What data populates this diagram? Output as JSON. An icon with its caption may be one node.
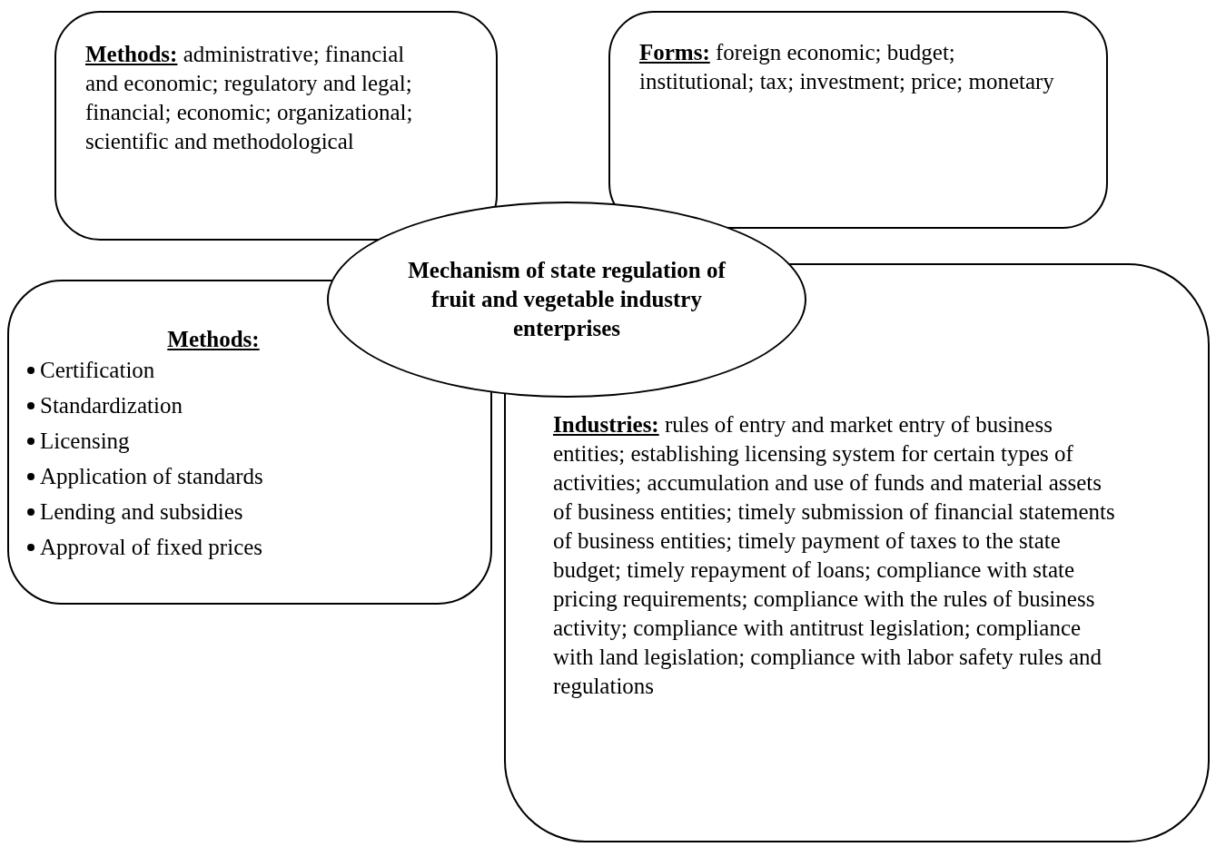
{
  "diagram": {
    "nodes": [
      {
        "text": [
          "Methods:",
          "administrative; financial and economic; regulatory and legal; financial; economic; organizational; scientific and methodological"
        ]
      },
      {
        "text": [
          "Forms:",
          "foreign economic; budget; institutional; tax; investment; price; monetary"
        ]
      },
      {
        "text": [
          "Mechanism of state regulation of fruit and vegetable industry enterprises"
        ]
      },
      {
        "text": [
          "Methods:",
          "Certification",
          "Standardization",
          "Licensing",
          "Application of standards",
          "Lending and subsidies",
          "Approval of fixed prices"
        ]
      },
      {
        "text": [
          "Industries:",
          "rules of entry and market entry of business entities; establishing licensing system for certain types of activities; accumulation and use of funds and material assets of business entities; timely submission of financial statements of business entities; timely payment of taxes to the state budget; timely repayment of loans; compliance with state pricing requirements; compliance with the rules of business activity; compliance with antitrust legislation; compliance with land legislation; compliance with labor safety rules and regulations"
        ]
      }
    ],
    "edges": []
  }
}
